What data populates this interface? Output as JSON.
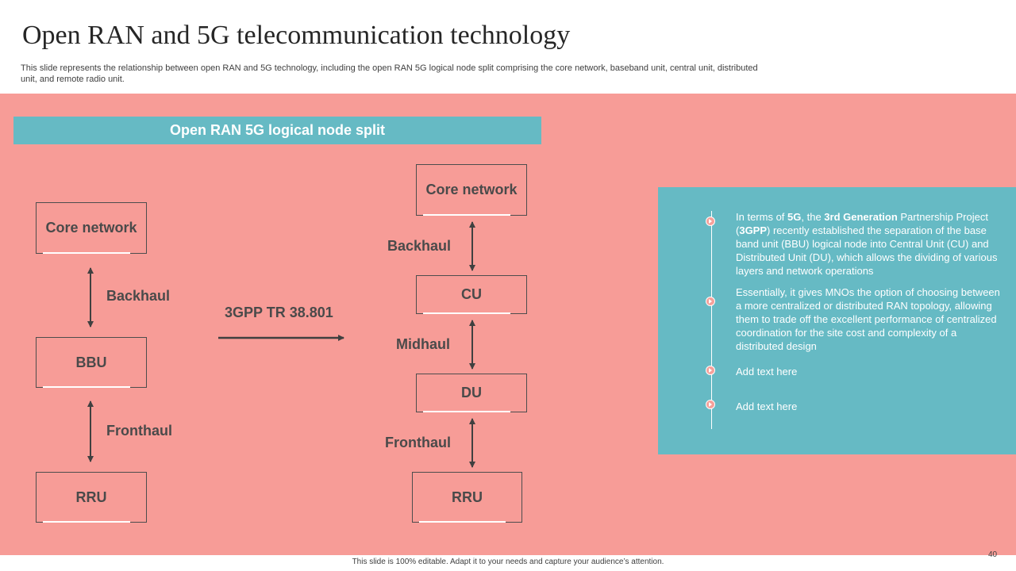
{
  "title": "Open RAN and 5G telecommunication technology",
  "subtitle": "This slide represents the relationship between open RAN and 5G technology, including the open RAN 5G logical node split comprising the core network, baseband unit, central unit, distributed unit, and remote radio unit.",
  "split_header": "Open RAN 5G logical node split",
  "left_chain": {
    "core": "Core network",
    "backhaul": "Backhaul",
    "bbu": "BBU",
    "fronthaul": "Fronthaul",
    "rru": "RRU"
  },
  "transition_label": "3GPP TR 38.801",
  "right_chain": {
    "core": "Core network",
    "backhaul": "Backhaul",
    "cu": "CU",
    "midhaul": "Midhaul",
    "du": "DU",
    "fronthaul": "Fronthaul",
    "rru": "RRU"
  },
  "panel": {
    "p1": {
      "t1": "In terms of ",
      "b1": "5G",
      "t2": ", the ",
      "b2": "3rd Generation",
      "t3": " Partnership Project (",
      "b3": "3GPP",
      "t4": ") recently established the separation of the base band unit (BBU) logical node into Central Unit (CU) and Distributed Unit (DU), which allows the dividing of various layers and network operations"
    },
    "p2": "Essentially, it gives MNOs the option of choosing between a more centralized or distributed RAN topology, allowing them to trade off the excellent performance of centralized coordination for the site cost and complexity of a distributed design",
    "p3": "Add text here",
    "p4": "Add text here"
  },
  "footer": "This slide is 100% editable. Adapt it to your needs and capture your audience’s attention.",
  "page_number": "40",
  "colors": {
    "band": "#f79c97",
    "teal": "#66bac4",
    "node_text": "#4a4a4a"
  },
  "icons": [
    "chevron-bullet-icon",
    "double-arrow-icon",
    "right-arrow-icon"
  ]
}
